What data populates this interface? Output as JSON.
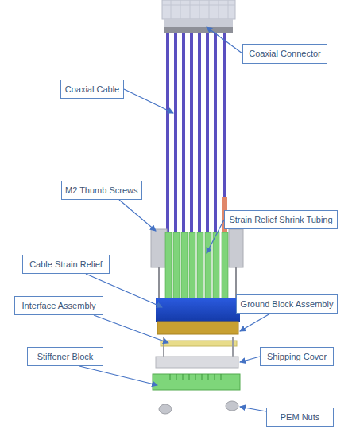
{
  "diagram": {
    "nodes": [
      {
        "text": [
          "Coaxial Connector"
        ]
      },
      {
        "text": [
          "Coaxial Cable"
        ]
      },
      {
        "text": [
          "M2 Thumb Screws"
        ]
      },
      {
        "text": [
          "Strain Relief Shrink Tubing"
        ]
      },
      {
        "text": [
          "Cable Strain Relief"
        ]
      },
      {
        "text": [
          "Ground Block Assembly"
        ]
      },
      {
        "text": [
          "Interface Assembly"
        ]
      },
      {
        "text": [
          "Stiffener Block"
        ]
      },
      {
        "text": [
          "Shipping Cover"
        ]
      },
      {
        "text": [
          "PEM Nuts"
        ]
      }
    ]
  }
}
